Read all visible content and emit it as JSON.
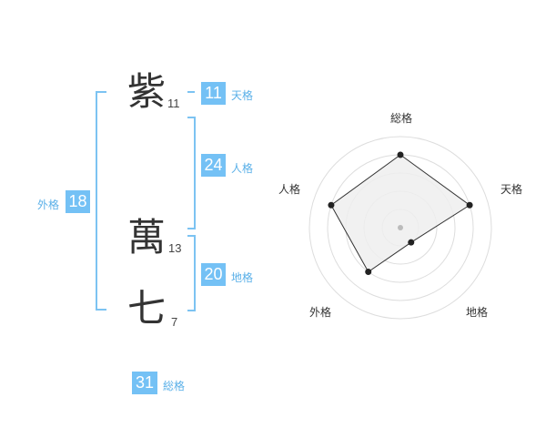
{
  "name": {
    "characters": [
      {
        "char": "紫",
        "strokes": "11"
      },
      {
        "char": "萬",
        "strokes": "13"
      },
      {
        "char": "七",
        "strokes": "7"
      }
    ]
  },
  "fortunes": {
    "tenkaku": {
      "label": "天格",
      "value": "11"
    },
    "jinkaku": {
      "label": "人格",
      "value": "24"
    },
    "chikaku": {
      "label": "地格",
      "value": "20"
    },
    "gaikaku": {
      "label": "外格",
      "value": "18"
    },
    "soukaku": {
      "label": "総格",
      "value": "31"
    }
  },
  "radar": {
    "axes": [
      "総格",
      "天格",
      "地格",
      "外格",
      "人格"
    ],
    "values": [
      4,
      4,
      1,
      3,
      4
    ],
    "max": 5,
    "colors": {
      "grid": "#dddddd",
      "fill": "#eeeeee",
      "line": "#333333",
      "point": "#222222",
      "center": "#bbbbbb"
    }
  }
}
